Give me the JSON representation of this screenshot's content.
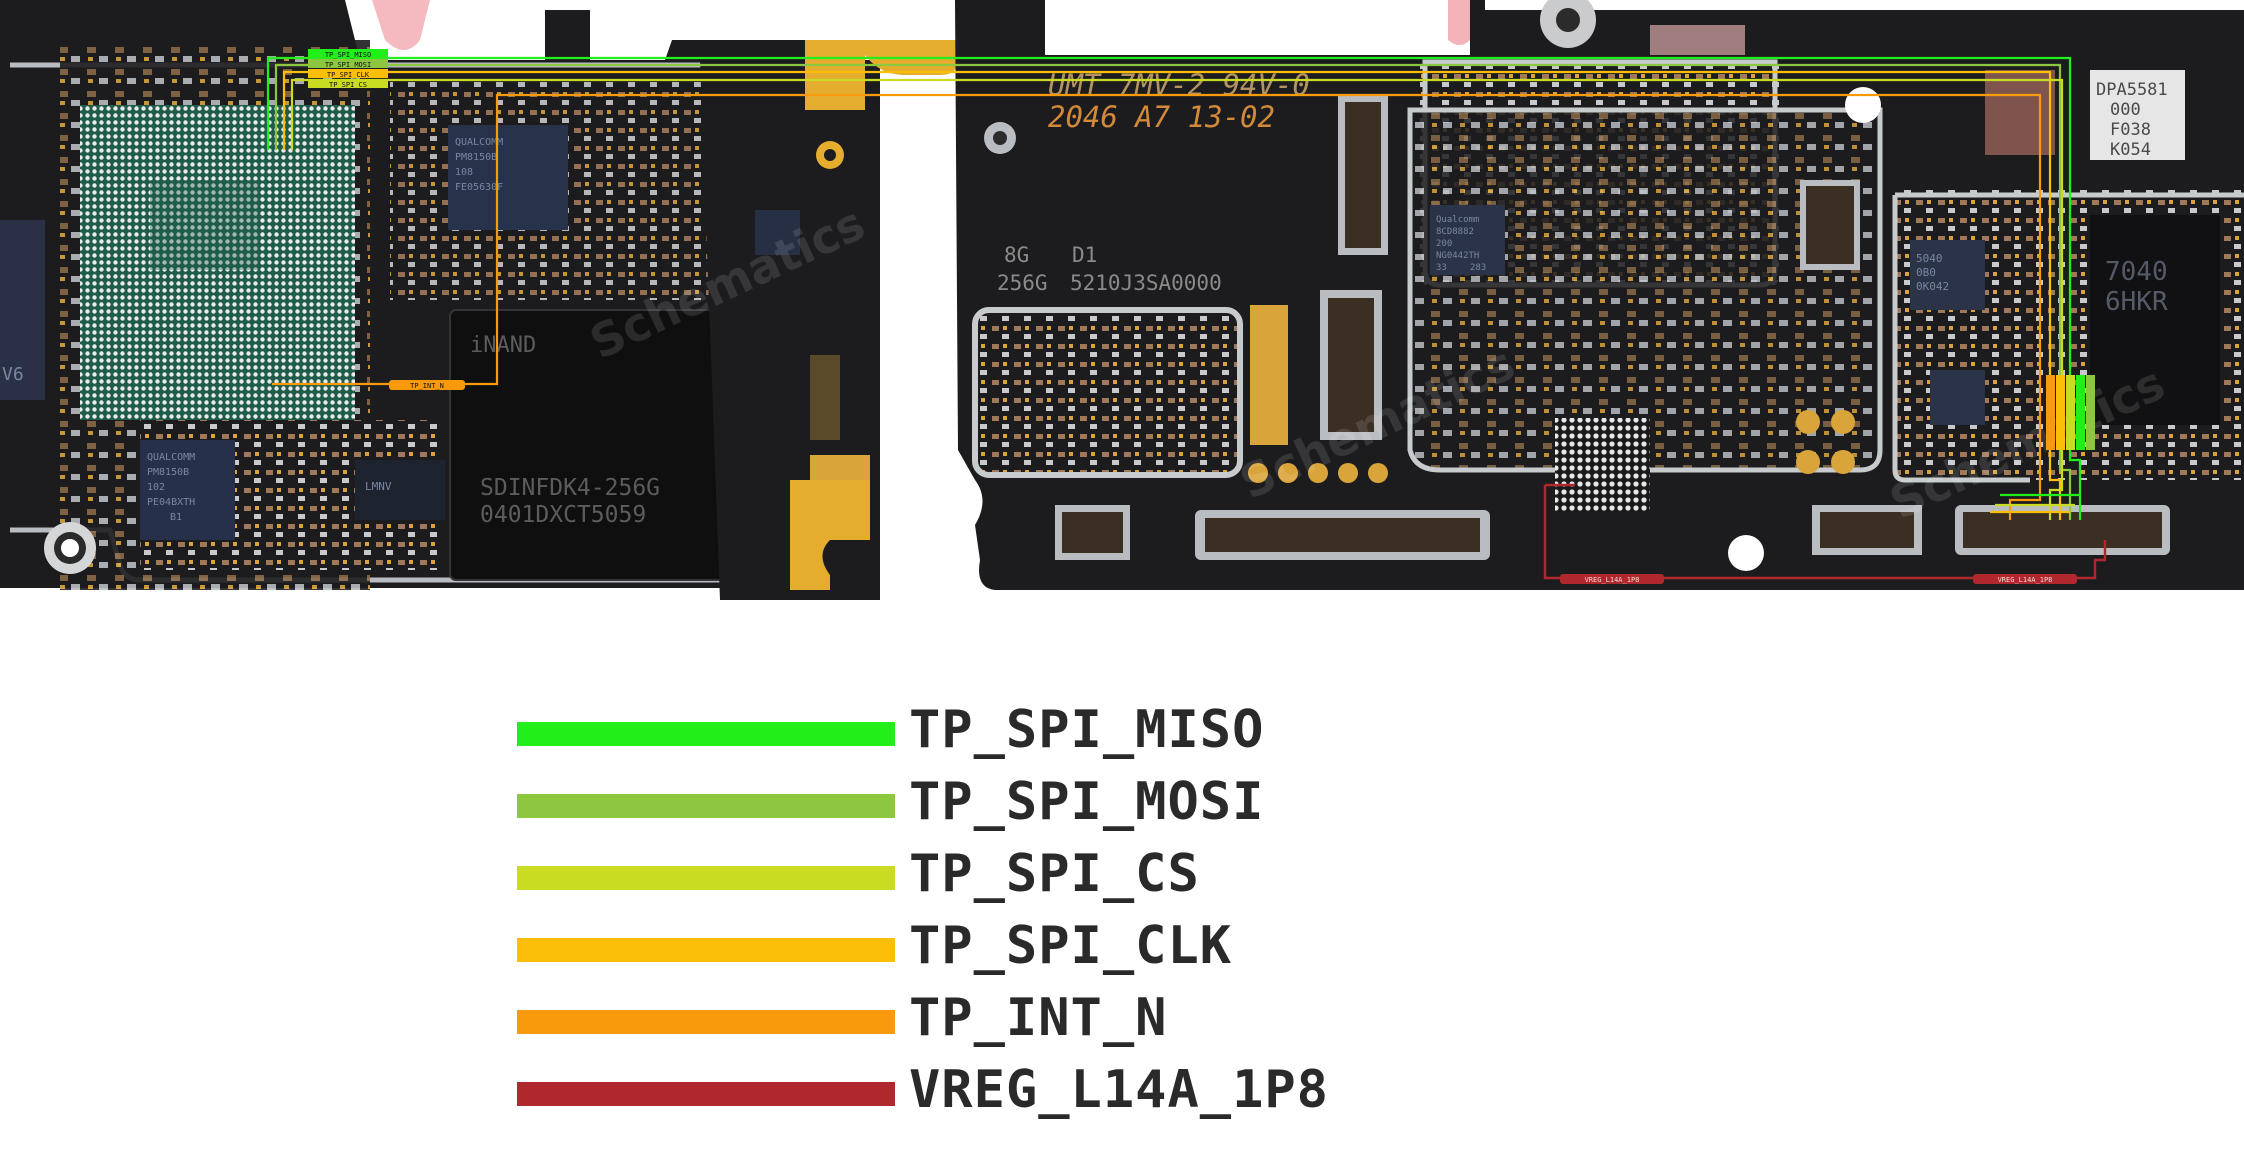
{
  "board": {
    "silkscreen": {
      "umt_line": "UMT 7MV-2 94V-0",
      "date_line": "2046 A7 13-02",
      "mem_8g": "8G",
      "mem_d1": "D1",
      "mem_256g": "256G",
      "mem_code": "5210J3SA0000",
      "emmc_1": "SDINFDK4-256G",
      "emmc_2": "0401DXCT5059",
      "imand": "iNAND",
      "pmic_1": "QUALCOMM",
      "pmic_2": "PM8150B",
      "pmic_3": "108",
      "pmic_4": "FE05630F",
      "pmic_left_1": "QUALCOMM",
      "pmic_left_2": "PM8150B",
      "pmic_left_3": "102",
      "pmic_left_4": "PE04BXTH",
      "pmic_left_5": "B1",
      "qcom_right_1": "Qualcomm",
      "qcom_right_2": "8CD8882",
      "qcom_right_3": "200",
      "qcom_right_4": "NG0442TH",
      "qcom_right_5": "33",
      "qcom_right_6": "283",
      "chip_right_1": "DPA5581",
      "chip_right_2": "000",
      "chip_right_3": "F038",
      "chip_right_4": "K054",
      "chip_far_1": "7040",
      "chip_far_2": "6HKR",
      "chip_small_1": "5040",
      "chip_small_2": "0B0",
      "chip_small_3": "0K042",
      "left_edge": "V6",
      "lmnv": "LMNV",
      "watermark": "Schematics"
    },
    "net_tags": {
      "miso": "TP_SPI_MISO",
      "mosi": "TP_SPI_MOSI",
      "clk": "TP_SPI_CLK",
      "cs": "TP_SPI_CS",
      "int_n": "TP_INT_N",
      "vreg_left": "VREG_L14A_1P8",
      "vreg_right": "VREG_L14A_1P8"
    }
  },
  "legend": [
    {
      "label": "TP_SPI_MISO",
      "color": "#22ee1a"
    },
    {
      "label": "TP_SPI_MOSI",
      "color": "#8dc63f"
    },
    {
      "label": "TP_SPI_CS",
      "color": "#c9dc22"
    },
    {
      "label": "TP_SPI_CLK",
      "color": "#fbbf0a"
    },
    {
      "label": "TP_INT_N",
      "color": "#f89a0c"
    },
    {
      "label": "VREG_L14A_1P8",
      "color": "#b0282e"
    }
  ],
  "colors": {
    "pcb": "#1c1c1e",
    "pcb_edge": "#b9bcc0",
    "gold": "#d9a53a",
    "miso": "#22ee1a",
    "mosi": "#8dc63f",
    "cs": "#c9dc22",
    "clk": "#fbbf0a",
    "int_n": "#f89a0c",
    "vreg": "#b0282e"
  }
}
